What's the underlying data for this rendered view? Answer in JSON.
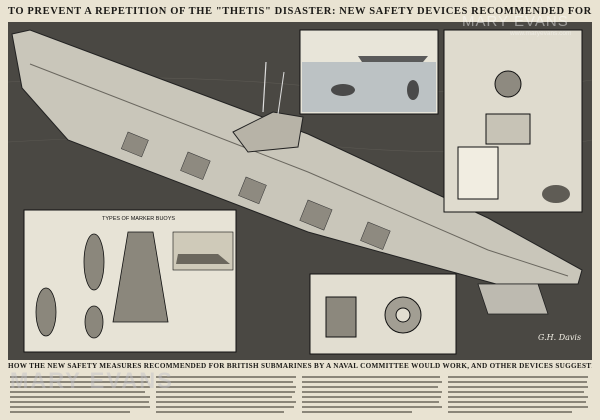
{
  "title": "TO PREVENT A REPETITION OF THE \"THETIS\" DISASTER: NEW SAFETY DEVICES RECOMMENDED FOR SUBMARINES.",
  "caption": "HOW THE NEW SAFETY MEASURES RECOMMENDED FOR BRITISH SUBMARINES BY A NAVAL COMMITTEE WOULD WORK, AND OTHER DEVICES SUGGESTED BY EXPERTS.",
  "inset_marker_buoy_title": "TYPES OF MARKER BUOYS",
  "artist_signature": "G.H. Davis",
  "watermark": {
    "brand": "MARY EVANS",
    "url": "www.maryevans.com"
  },
  "colors": {
    "paper": "#e9e3d2",
    "plate": "#4a4843",
    "hull": "#d3d0c5",
    "ink": "#1b1a17"
  }
}
